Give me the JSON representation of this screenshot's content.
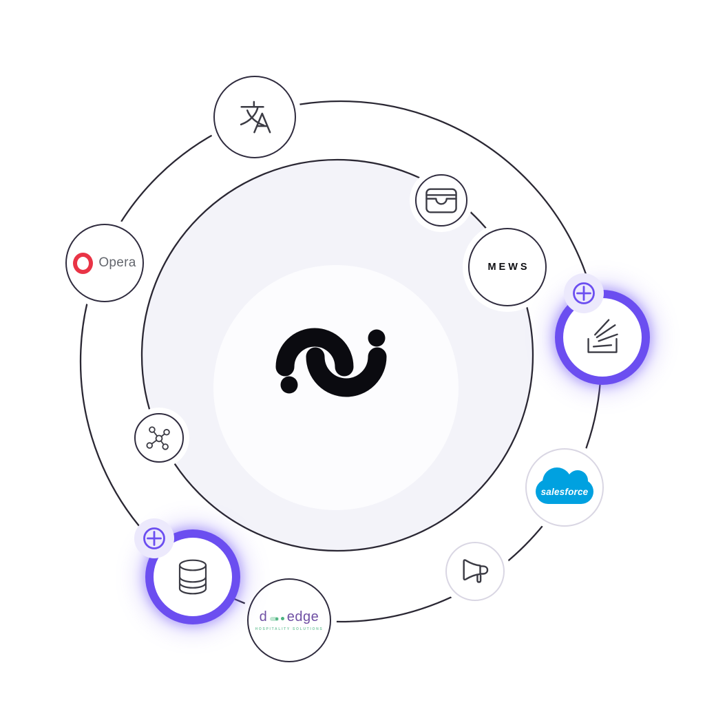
{
  "canvas": {
    "background": "#ffffff"
  },
  "palette": {
    "orbit_ring": "#2a2733",
    "hub_fill": "#f3f3f9",
    "hub_inner_fill": "#fcfcfe",
    "accent_purple": "#6b4ef0",
    "badge_background": "#ece9fc",
    "icon_stroke": "#3b3b44",
    "salesforce_blue": "#00a1e0",
    "opera_red": "#e93446",
    "dedge_purple": "#6f4fa3",
    "dedge_green": "#7cc9a4"
  },
  "hub": {
    "logo": "linked-arcs-brand-logo"
  },
  "satellites": {
    "translate": {
      "icon": "translate-icon",
      "glyphs": "文A"
    },
    "wallet": {
      "icon": "wallet-icon"
    },
    "mews": {
      "label": "MEWS"
    },
    "tray": {
      "icon": "tray-rays-icon",
      "badge": {
        "icon": "circle-plus-icon"
      }
    },
    "salesforce": {
      "label": "salesforce"
    },
    "megaphone": {
      "icon": "megaphone-icon"
    },
    "dedge": {
      "word_d": "d",
      "word_edge": "edge",
      "tagline": "HOSPITALITY SOLUTIONS"
    },
    "database": {
      "icon": "database-icon",
      "badge": {
        "icon": "circle-plus-icon"
      }
    },
    "network": {
      "icon": "network-nodes-icon"
    },
    "opera": {
      "label": "Opera",
      "icon": "opera-o-icon"
    }
  }
}
